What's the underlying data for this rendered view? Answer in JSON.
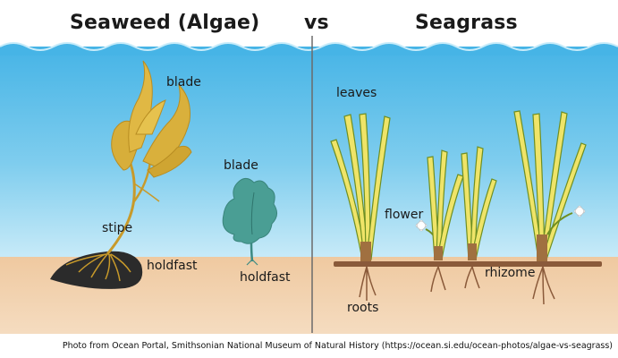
{
  "titles": {
    "left": "Seaweed (Algae)",
    "vs": "vs",
    "right": "Seagrass"
  },
  "labels": {
    "seaweed_blade": "blade",
    "seaweed_stipe": "stipe",
    "seaweed_holdfast": "holdfast",
    "small_blade": "blade",
    "small_holdfast": "holdfast",
    "leaves": "leaves",
    "flower": "flower",
    "rhizome": "rhizome",
    "roots": "roots"
  },
  "credit": "Photo from Ocean Portal, Smithsonian National Museum of Natural History (https://ocean.si.edu/ocean-photos/algae-vs-seagrass)",
  "colors": {
    "water_top": "#4ab8e8",
    "water_bottom": "#b7e3f6",
    "sand": "#f1cfa9",
    "kelp": "#d4a930",
    "small_algae": "#4a9e94",
    "grass_yellow": "#efe468",
    "grass_green": "#6f8f22",
    "rhizome": "#8a5a3a",
    "rock": "#2b2b2b"
  }
}
